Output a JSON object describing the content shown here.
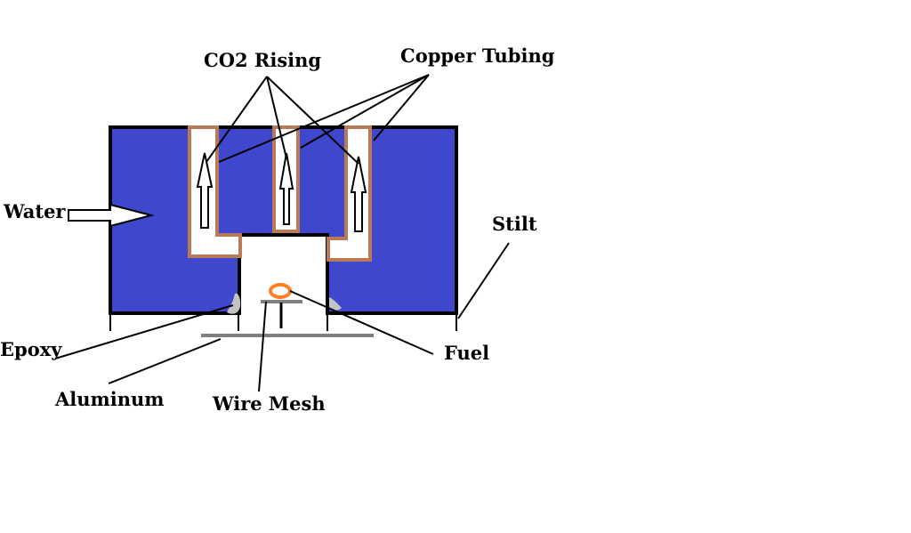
{
  "labels": {
    "co2_rising": "CO2 Rising",
    "copper_tubing": "Copper Tubing",
    "water": "Water",
    "stilt": "Stilt",
    "epoxy": "Epoxy",
    "aluminum": "Aluminum",
    "wire_mesh": "Wire Mesh",
    "fuel": "Fuel"
  },
  "colors": {
    "water_blue": "#3f48cc",
    "copper": "#b97a57",
    "fuel_ring": "#ff7f27",
    "epoxy": "#c3c3c3",
    "aluminum": "#7f7f7f",
    "outline": "#000000",
    "background": "#ffffff"
  }
}
